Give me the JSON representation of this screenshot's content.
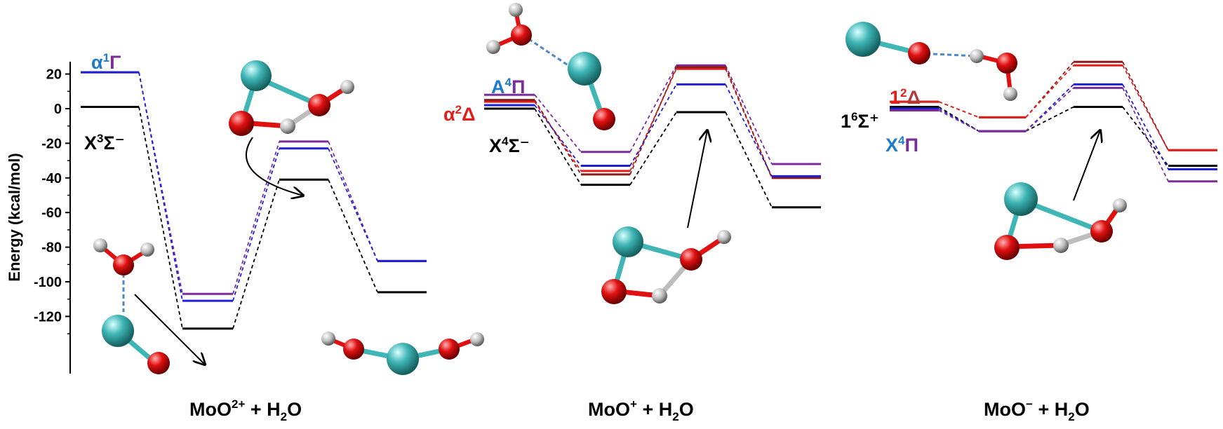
{
  "y_axis": {
    "title": "Energy (kcal/mol)",
    "ticks": [
      "20",
      "0",
      "-20",
      "-40",
      "-60",
      "-80",
      "-100",
      "-120"
    ]
  },
  "colors": {
    "black": "#000000",
    "purple": "#7B2C9B",
    "blue": "#1F1FD6",
    "red": "#E0201A",
    "darkred": "#8B1A1A",
    "label_blue": "#1E7BC8",
    "label_red": "#E0201A",
    "label_darkred": "#B03A3A",
    "atom_mo": "#3FB5B5",
    "atom_o": "#E01010",
    "atom_h": "#BDBDBD"
  },
  "panels": [
    {
      "title": {
        "main": "MoO",
        "sup": "2+",
        "mid": " + H",
        "sub": "2",
        "end": "O"
      },
      "states": [
        {
          "id": "alpha1Gamma",
          "label": {
            "pre": "α",
            "sup": "1",
            "post": "Γ"
          },
          "energies": [
            21,
            -107,
            -19,
            -88
          ]
        },
        {
          "id": "blue",
          "energies": [
            21,
            -111,
            -23,
            -88
          ]
        },
        {
          "id": "X3Sigma",
          "label": {
            "pre": "X",
            "sup": "3",
            "post": "Σ⁻"
          },
          "energies": [
            1,
            -127,
            -41,
            -106
          ]
        }
      ]
    },
    {
      "title": {
        "main": "MoO",
        "sup": "+",
        "mid": " + H",
        "sub": "2",
        "end": "O"
      },
      "states": [
        {
          "id": "A4Pi",
          "label": {
            "pre": "A",
            "sup": "4",
            "post": "Π"
          },
          "energies": [
            8,
            -25,
            25,
            -32
          ]
        },
        {
          "id": "alpha2Delta",
          "label": {
            "pre": "α",
            "sup": "2",
            "post": "Δ"
          },
          "energies": [
            4,
            -36,
            23,
            -40
          ]
        },
        {
          "id": "darkred",
          "energies": [
            5,
            -38,
            24,
            -40
          ]
        },
        {
          "id": "blue",
          "energies": [
            2,
            -33,
            14,
            -39
          ]
        },
        {
          "id": "X4Sigma",
          "label": {
            "pre": "X",
            "sup": "4",
            "post": "Σ⁻"
          },
          "energies": [
            0,
            -44,
            -2,
            -57
          ]
        }
      ]
    },
    {
      "title": {
        "main": "MoO",
        "sup": "−",
        "mid": " + H",
        "sub": "2",
        "end": "O"
      },
      "states": [
        {
          "id": "onetwoDelta",
          "label": {
            "pre": "1",
            "sup": "2",
            "post": "Δ"
          },
          "energies": [
            4,
            -5,
            27,
            -24
          ]
        },
        {
          "id": "red",
          "energies": [
            4,
            -5,
            25,
            -24
          ]
        },
        {
          "id": "sixtet",
          "label": {
            "pre": "1",
            "sup": "6",
            "post": "Σ⁺"
          },
          "energies": [
            1,
            -13,
            1,
            -33
          ]
        },
        {
          "id": "blue",
          "energies": [
            0,
            -13,
            14,
            -35
          ]
        },
        {
          "id": "X4Pi",
          "label": {
            "pre": "X",
            "sup": "4",
            "post": "Π"
          },
          "energies": [
            -1,
            -13,
            12,
            -42
          ]
        }
      ]
    }
  ],
  "molecule_icons": [
    "water-moo-complex",
    "moo-oh-ring",
    "ho-mo-oh-linear"
  ]
}
